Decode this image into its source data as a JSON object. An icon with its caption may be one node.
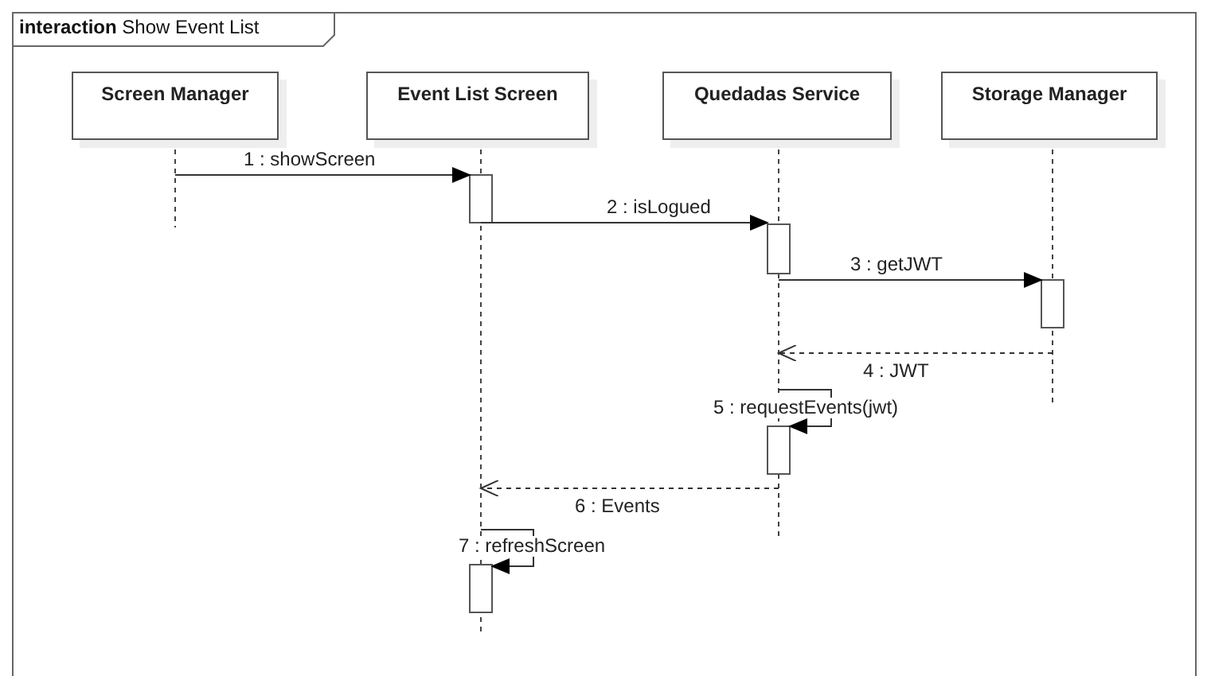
{
  "diagram": {
    "title": "**interaction** Show Event List",
    "nodes": [
      {
        "text": [
          "Screen Manager"
        ]
      },
      {
        "text": [
          "Event List Screen"
        ]
      },
      {
        "text": [
          "Quedadas Service"
        ]
      },
      {
        "text": [
          "Storage Manager"
        ]
      }
    ],
    "edges": [
      {
        "from": 0,
        "to": 1,
        "arrow": "to",
        "label": "1 : showScreen"
      },
      {
        "from": 1,
        "to": 2,
        "arrow": "to",
        "label": "2 : isLogued"
      },
      {
        "from": 2,
        "to": 3,
        "arrow": "to",
        "label": "3 : getJWT"
      },
      {
        "from": 3,
        "to": 2,
        "arrow": "to",
        "label": "4 : JWT",
        "style": "dashed"
      },
      {
        "from": 2,
        "to": 2,
        "arrow": "to",
        "label": "5 : requestEvents(jwt)"
      },
      {
        "from": 2,
        "to": 1,
        "arrow": "to",
        "label": "6 : Events",
        "style": "dashed"
      },
      {
        "from": 1,
        "to": 1,
        "arrow": "to",
        "label": "7 : refreshScreen"
      }
    ]
  }
}
